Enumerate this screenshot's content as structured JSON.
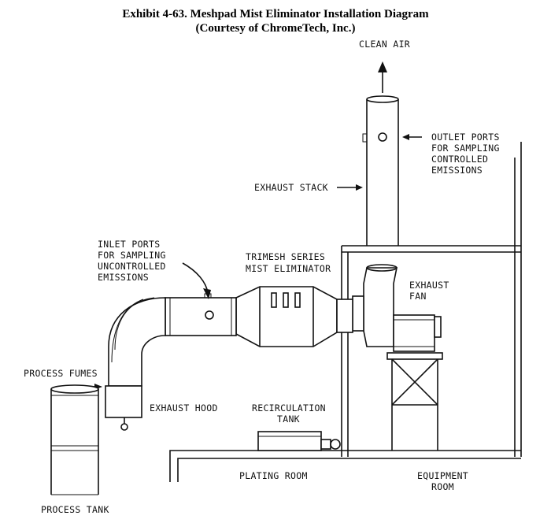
{
  "title_line1": "Exhibit 4-63. Meshpad Mist Eliminator Installation Diagram",
  "title_line2": "(Courtesy of ChromeTech, Inc.)",
  "labels": {
    "clean_air": "CLEAN AIR",
    "outlet_ports_1": "OUTLET PORTS",
    "outlet_ports_2": "FOR SAMPLING",
    "outlet_ports_3": "CONTROLLED",
    "outlet_ports_4": "EMISSIONS",
    "exhaust_stack": "EXHAUST STACK",
    "inlet_ports_1": "INLET PORTS",
    "inlet_ports_2": "FOR SAMPLING",
    "inlet_ports_3": "UNCONTROLLED",
    "inlet_ports_4": "EMISSIONS",
    "trimesh_1": "TRIMESH SERIES",
    "trimesh_2": "MIST ELIMINATOR",
    "exhaust_fan_1": "EXHAUST",
    "exhaust_fan_2": "FAN",
    "process_fumes": "PROCESS FUMES",
    "exhaust_hood": "EXHAUST HOOD",
    "recirc_1": "RECIRCULATION",
    "recirc_2": "TANK",
    "plating_room": "PLATING ROOM",
    "equipment_1": "EQUIPMENT",
    "equipment_2": "ROOM",
    "process_tank": "PROCESS TANK"
  }
}
